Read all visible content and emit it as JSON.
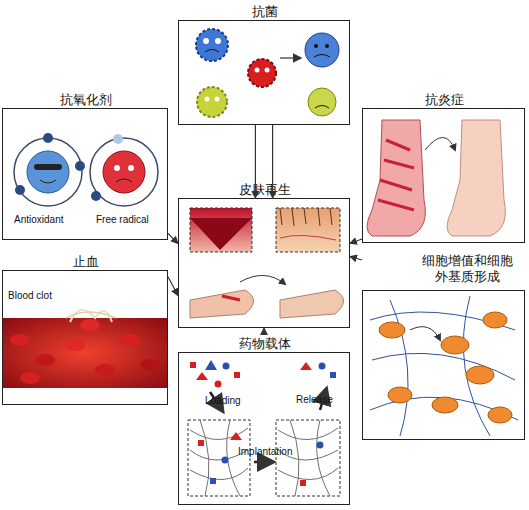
{
  "diagram": {
    "nodes": [
      {
        "text": [
          "抗菌"
        ]
      },
      {
        "text": [
          "抗氧化剂"
        ]
      },
      {
        "text": [
          "抗炎症"
        ]
      },
      {
        "text": [
          "皮肤再生"
        ]
      },
      {
        "text": [
          "止血"
        ]
      },
      {
        "text": [
          "细胞增值和细胞外基质形成"
        ]
      },
      {
        "text": [
          "药物载体"
        ]
      }
    ],
    "edges": [
      {
        "from": 0,
        "to": 3,
        "arrow": "to"
      },
      {
        "from": 0,
        "to": 3,
        "arrow": "to"
      },
      {
        "from": 1,
        "to": 3,
        "arrow": "to"
      },
      {
        "from": 2,
        "to": 3,
        "arrow": "to"
      },
      {
        "from": 4,
        "to": 3,
        "arrow": "to"
      },
      {
        "from": 5,
        "to": 3,
        "arrow": "to"
      },
      {
        "from": 6,
        "to": 3,
        "arrow": "to"
      }
    ],
    "labels": [
      "Antioxidant",
      "Free radical",
      "Blood clot",
      "Loading",
      "Release",
      "Implantation"
    ]
  }
}
